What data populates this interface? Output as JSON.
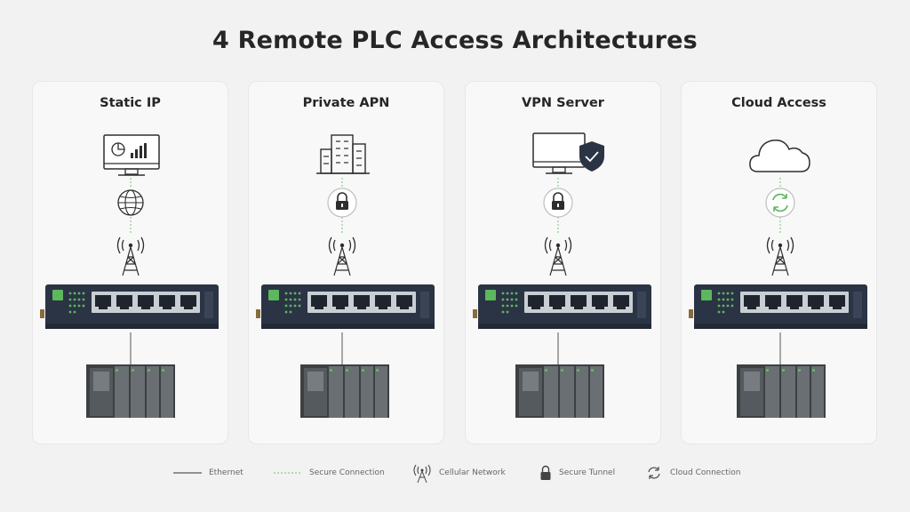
{
  "title": "4 Remote PLC Access Architectures",
  "panels": [
    {
      "title": "Static IP",
      "top_icon": "monitor-chart-icon",
      "mid_icon": "globe-icon"
    },
    {
      "title": "Private APN",
      "top_icon": "building-icon",
      "mid_icon": "lock-icon"
    },
    {
      "title": "VPN Server",
      "top_icon": "monitor-shield-icon",
      "mid_icon": "lock-icon"
    },
    {
      "title": "Cloud Access",
      "top_icon": "cloud-icon",
      "mid_icon": "sync-icon"
    }
  ],
  "legend": {
    "ethernet": "Ethernet",
    "secure_connection": "Secure Connection",
    "cellular_network": "Cellular Network",
    "secure_tunnel": "Secure Tunnel",
    "cloud_connection": "Cloud Connection"
  },
  "colors": {
    "accent_green": "#5cb85c",
    "router_body": "#2b3444",
    "icon_stroke": "#2d2d2d"
  }
}
